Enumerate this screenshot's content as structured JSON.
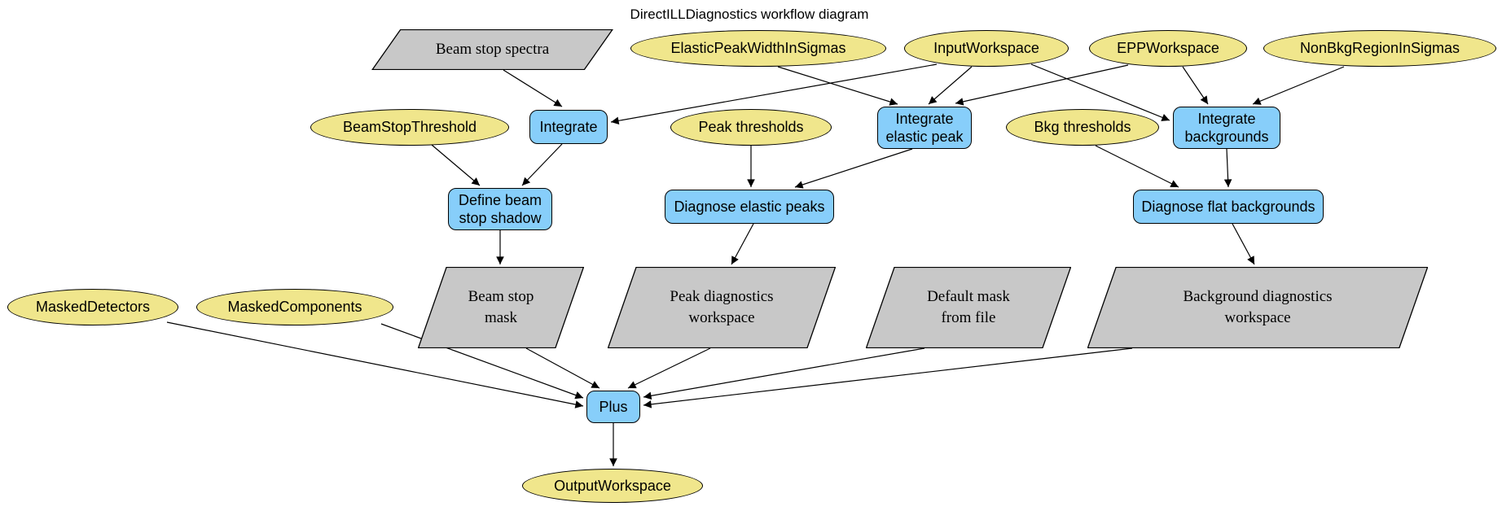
{
  "title": "DirectILLDiagnostics workflow diagram",
  "colors": {
    "input_output_fill": "#F0E68C",
    "process_fill": "#87CEFA",
    "workspace_fill": "#C8C8C8",
    "stroke": "#000000",
    "background": "#FFFFFF"
  },
  "diagram": {
    "nodes": [
      {
        "id": "beam-stop-spectra",
        "type": "parallelogram",
        "label": "Beam stop spectra"
      },
      {
        "id": "elastic-peak-width-in-sigmas",
        "type": "ellipse",
        "label": "ElasticPeakWidthInSigmas"
      },
      {
        "id": "input-workspace",
        "type": "ellipse",
        "label": "InputWorkspace"
      },
      {
        "id": "epp-workspace",
        "type": "ellipse",
        "label": "EPPWorkspace"
      },
      {
        "id": "non-bkg-region-in-sigmas",
        "type": "ellipse",
        "label": "NonBkgRegionInSigmas"
      },
      {
        "id": "beam-stop-threshold",
        "type": "ellipse",
        "label": "BeamStopThreshold"
      },
      {
        "id": "integrate",
        "type": "process",
        "label": "Integrate"
      },
      {
        "id": "peak-thresholds",
        "type": "ellipse",
        "label": "Peak thresholds"
      },
      {
        "id": "integrate-elastic-peak",
        "type": "process",
        "label": "Integrate\nelastic peak"
      },
      {
        "id": "bkg-thresholds",
        "type": "ellipse",
        "label": "Bkg thresholds"
      },
      {
        "id": "integrate-backgrounds",
        "type": "process",
        "label": "Integrate\nbackgrounds"
      },
      {
        "id": "define-beam-stop-shadow",
        "type": "process",
        "label": "Define beam\nstop shadow"
      },
      {
        "id": "diagnose-elastic-peaks",
        "type": "process",
        "label": "Diagnose elastic peaks"
      },
      {
        "id": "diagnose-flat-backgrounds",
        "type": "process",
        "label": "Diagnose flat backgrounds"
      },
      {
        "id": "masked-detectors",
        "type": "ellipse",
        "label": "MaskedDetectors"
      },
      {
        "id": "masked-components",
        "type": "ellipse",
        "label": "MaskedComponents"
      },
      {
        "id": "beam-stop-mask",
        "type": "parallelogram",
        "label": "Beam stop\nmask"
      },
      {
        "id": "peak-diagnostics-workspace",
        "type": "parallelogram",
        "label": "Peak diagnostics\nworkspace"
      },
      {
        "id": "default-mask-from-file",
        "type": "parallelogram",
        "label": "Default mask\nfrom file"
      },
      {
        "id": "background-diagnostics-workspace",
        "type": "parallelogram",
        "label": "Background diagnostics\nworkspace"
      },
      {
        "id": "plus",
        "type": "process",
        "label": "Plus"
      },
      {
        "id": "output-workspace",
        "type": "ellipse",
        "label": "OutputWorkspace"
      }
    ],
    "edges": [
      {
        "from": "beam-stop-spectra",
        "to": "integrate"
      },
      {
        "from": "elastic-peak-width-in-sigmas",
        "to": "integrate-elastic-peak"
      },
      {
        "from": "input-workspace",
        "to": "integrate"
      },
      {
        "from": "input-workspace",
        "to": "integrate-elastic-peak"
      },
      {
        "from": "input-workspace",
        "to": "integrate-backgrounds"
      },
      {
        "from": "epp-workspace",
        "to": "integrate-elastic-peak"
      },
      {
        "from": "epp-workspace",
        "to": "integrate-backgrounds"
      },
      {
        "from": "non-bkg-region-in-sigmas",
        "to": "integrate-backgrounds"
      },
      {
        "from": "beam-stop-threshold",
        "to": "define-beam-stop-shadow"
      },
      {
        "from": "integrate",
        "to": "define-beam-stop-shadow"
      },
      {
        "from": "peak-thresholds",
        "to": "diagnose-elastic-peaks"
      },
      {
        "from": "integrate-elastic-peak",
        "to": "diagnose-elastic-peaks"
      },
      {
        "from": "bkg-thresholds",
        "to": "diagnose-flat-backgrounds"
      },
      {
        "from": "integrate-backgrounds",
        "to": "diagnose-flat-backgrounds"
      },
      {
        "from": "define-beam-stop-shadow",
        "to": "beam-stop-mask"
      },
      {
        "from": "diagnose-elastic-peaks",
        "to": "peak-diagnostics-workspace"
      },
      {
        "from": "diagnose-flat-backgrounds",
        "to": "background-diagnostics-workspace"
      },
      {
        "from": "masked-detectors",
        "to": "plus"
      },
      {
        "from": "masked-components",
        "to": "plus"
      },
      {
        "from": "beam-stop-mask",
        "to": "plus"
      },
      {
        "from": "peak-diagnostics-workspace",
        "to": "plus"
      },
      {
        "from": "default-mask-from-file",
        "to": "plus"
      },
      {
        "from": "background-diagnostics-workspace",
        "to": "plus"
      },
      {
        "from": "plus",
        "to": "output-workspace"
      }
    ]
  }
}
